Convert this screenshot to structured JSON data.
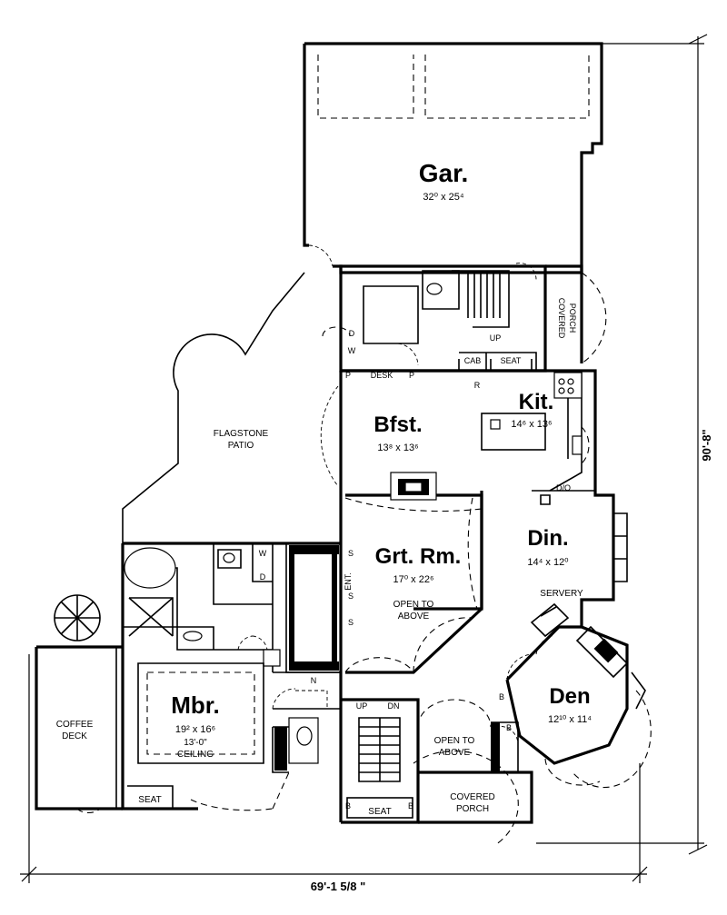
{
  "rooms": {
    "garage": {
      "name": "Gar.",
      "size": "32⁰ x 25⁴"
    },
    "breakfast": {
      "name": "Bfst.",
      "size": "13⁸ x 13⁶"
    },
    "kitchen": {
      "name": "Kit.",
      "size": "14⁶ x 13⁶"
    },
    "great_room": {
      "name": "Grt. Rm.",
      "size": "17⁰ x 22⁶",
      "note1": "OPEN TO",
      "note2": "ABOVE"
    },
    "dining": {
      "name": "Din.",
      "size": "14⁴ x 12⁰"
    },
    "den": {
      "name": "Den",
      "size": "12¹⁰ x 11⁴"
    },
    "master": {
      "name": "Mbr.",
      "size": "19² x 16⁶",
      "note1": "13'-0\"",
      "note2": "CEILING"
    }
  },
  "labels": {
    "flagstone_1": "FLAGSTONE",
    "flagstone_2": "PATIO",
    "coffee_1": "COFFEE",
    "coffee_2": "DECK",
    "covered_porch_side_1": "COVERED",
    "covered_porch_side_2": "PORCH",
    "covered_porch_front_1": "COVERED",
    "covered_porch_front_2": "PORCH",
    "open_above_1": "OPEN TO",
    "open_above_2": "ABOVE",
    "servery": "SERVERY",
    "desk": "DESK",
    "cab": "CAB",
    "seat_mud": "SEAT",
    "seat_master": "SEAT",
    "seat_foyer": "SEAT",
    "do": "D/O",
    "up_mud": "UP",
    "up_stair": "UP",
    "dn_stair": "DN",
    "ent": "ENT.",
    "s1": "S",
    "s2": "S",
    "s3": "S",
    "p1": "P",
    "p2": "P",
    "r": "R",
    "d": "D",
    "w": "W",
    "w2": "W",
    "d2": "D",
    "b1": "B",
    "b2": "B",
    "b3": "B",
    "b4": "B",
    "n": "N"
  },
  "dimensions": {
    "width": "69'-1 5/8 \"",
    "depth": "90'-8\""
  }
}
